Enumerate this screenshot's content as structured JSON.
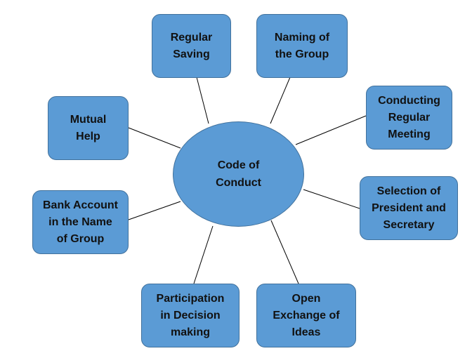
{
  "diagram": {
    "center": {
      "label": "Code of\nConduct"
    },
    "nodes": [
      {
        "id": "regular-saving",
        "label": "Regular\nSaving"
      },
      {
        "id": "naming-of-group",
        "label": "Naming of\nthe Group"
      },
      {
        "id": "conducting-regular-meeting",
        "label": "Conducting\nRegular\nMeeting"
      },
      {
        "id": "selection-of-president",
        "label": "Selection of\nPresident and\nSecretary"
      },
      {
        "id": "open-exchange-of-ideas",
        "label": "Open\nExchange of\nIdeas"
      },
      {
        "id": "participation-in-decision",
        "label": "Participation\nin Decision\nmaking"
      },
      {
        "id": "bank-account",
        "label": "Bank Account\nin the Name\nof Group"
      },
      {
        "id": "mutual-help",
        "label": "Mutual\nHelp"
      }
    ],
    "colors": {
      "fill": "#5b9bd5",
      "stroke": "#41719c",
      "line": "#000000",
      "text": "#111111"
    }
  }
}
